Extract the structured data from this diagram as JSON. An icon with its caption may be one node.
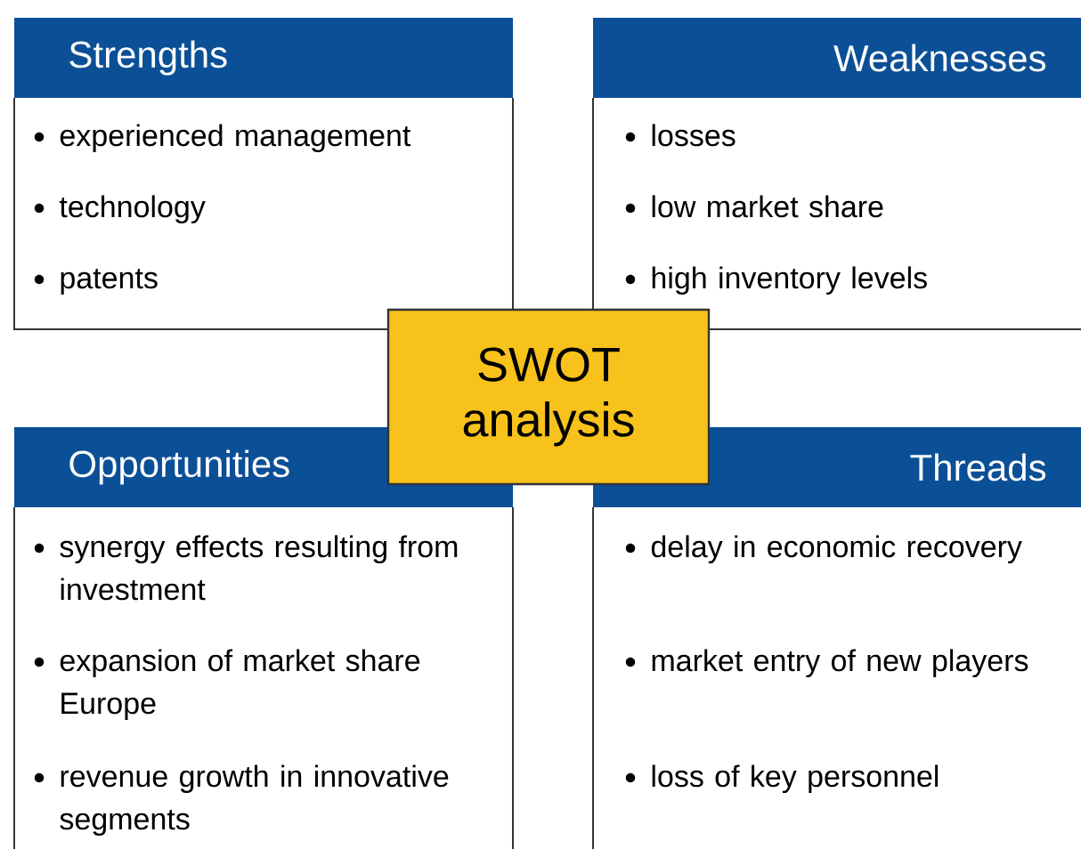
{
  "diagram": {
    "nodes": [
      {
        "text": [
          "Strengths",
          "experienced management",
          "technology",
          "patents"
        ]
      },
      {
        "text": [
          "Weaknesses",
          "losses",
          "low market share",
          "high inventory levels"
        ]
      },
      {
        "text": [
          "Opportunities",
          "synergy effects resulting from investment",
          "expansion of market share Europe",
          "revenue growth in innovative segments"
        ]
      },
      {
        "text": [
          "Threads",
          "delay in economic recovery",
          "market entry of new players",
          "loss of key personnel"
        ]
      },
      {
        "text": [
          "SWOT analysis"
        ]
      }
    ]
  }
}
